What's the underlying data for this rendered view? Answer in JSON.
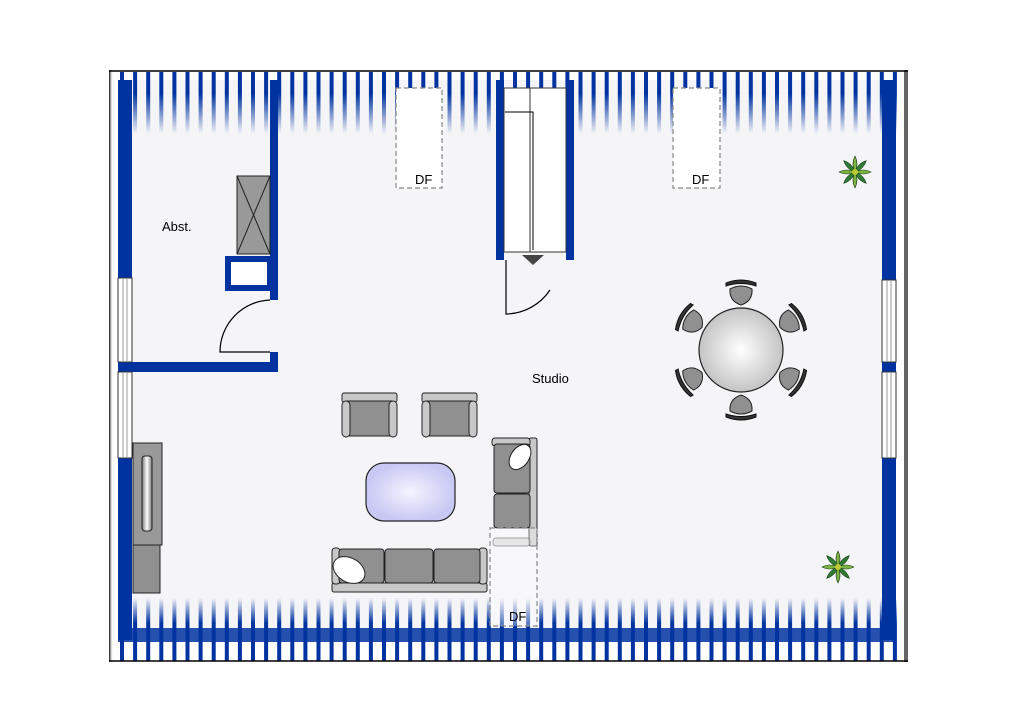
{
  "rooms": {
    "storage_label": "Abst.",
    "studio_label": "Studio"
  },
  "skylights": [
    {
      "label": "DF"
    },
    {
      "label": "DF"
    },
    {
      "label": "DF"
    }
  ],
  "colors": {
    "wall": "#0033a0",
    "floor": "#f5f5f8",
    "furniture": "#909090",
    "furniture_light": "#c8c8c8"
  }
}
